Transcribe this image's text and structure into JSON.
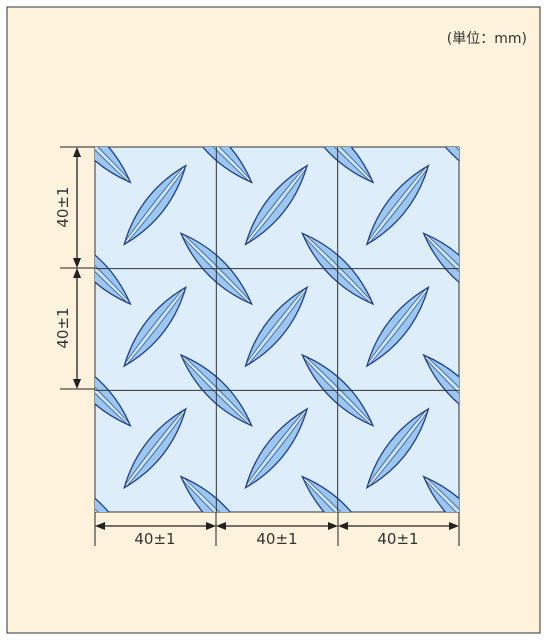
{
  "unit_note": "(単位：mm)",
  "dimensions": {
    "vertical": [
      "40±1",
      "40±1"
    ],
    "horizontal": [
      "40±1",
      "40±1",
      "40±1"
    ]
  },
  "colors": {
    "page_background": "#fdf3dc",
    "panel_border": "#333333",
    "plate_fill": "#ddeefa",
    "grid_line": "#333333",
    "bump_fill": "#9cc7ef",
    "bump_stroke": "#1f3f8f",
    "bump_highlight": "#ffffff",
    "dimension_line": "#222222",
    "text": "#333333"
  }
}
